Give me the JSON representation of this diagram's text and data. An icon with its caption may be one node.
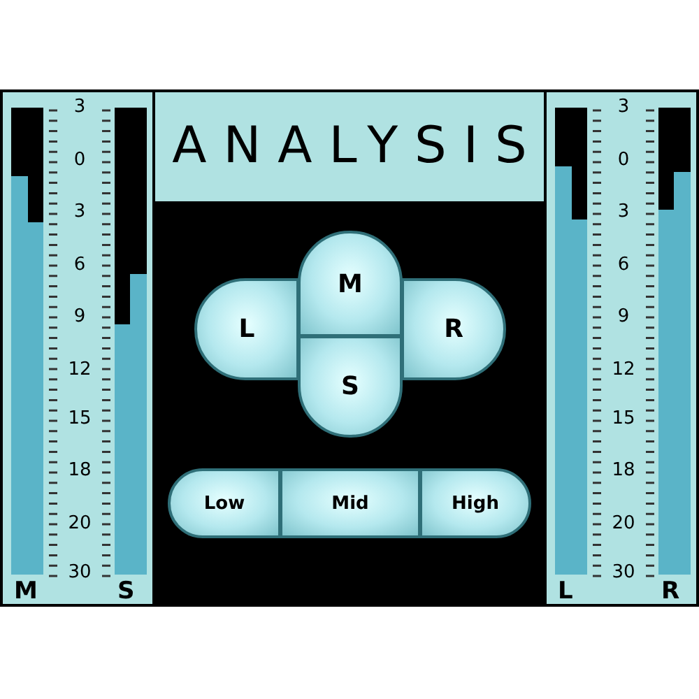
{
  "diagram": {
    "title": "ANALYSIS",
    "nodes": [
      {
        "text": [
          "M"
        ]
      },
      {
        "text": [
          "L"
        ]
      },
      {
        "text": [
          "R"
        ]
      },
      {
        "text": [
          "S"
        ]
      },
      {
        "text": [
          "Low"
        ]
      },
      {
        "text": [
          "Mid"
        ]
      },
      {
        "text": [
          "High"
        ]
      }
    ],
    "edges": [],
    "labels": [
      "3",
      "0",
      "3",
      "6",
      "9",
      "12",
      "15",
      "18",
      "20",
      "30",
      "M",
      "S",
      "3",
      "0",
      "3",
      "6",
      "9",
      "12",
      "15",
      "18",
      "20",
      "30",
      "L",
      "R"
    ]
  }
}
